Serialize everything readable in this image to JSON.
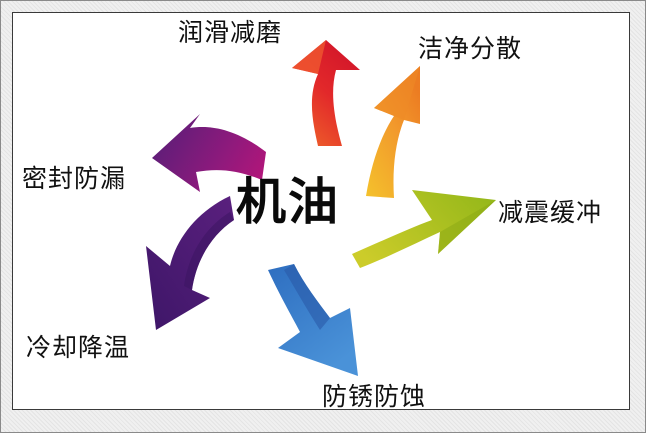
{
  "diagram": {
    "center": {
      "label": "机油"
    },
    "functions": [
      {
        "id": "lubrication",
        "label": "润滑减磨",
        "color": "#e0262a",
        "color_dark": "#c21420",
        "color_light": "#f0602a"
      },
      {
        "id": "cleaning",
        "label": "洁净分散",
        "color": "#f0962a",
        "color_dark": "#e07a20",
        "color_light": "#f2c030"
      },
      {
        "id": "damping",
        "label": "减震缓冲",
        "color": "#a8c21a",
        "color_dark": "#8aa814",
        "color_light": "#c8d230"
      },
      {
        "id": "anticorrosion",
        "label": "防锈防蚀",
        "color": "#3a7ccc",
        "color_dark": "#2a5aa8",
        "color_light": "#5aa0e0"
      },
      {
        "id": "cooling",
        "label": "冷却降温",
        "color": "#4a1e78",
        "color_dark": "#3a1460",
        "color_light": "#6a2a8a"
      },
      {
        "id": "sealing",
        "label": "密封防漏",
        "color": "#8a1a78",
        "color_dark": "#5a1a70",
        "color_light": "#b0187a"
      }
    ]
  }
}
